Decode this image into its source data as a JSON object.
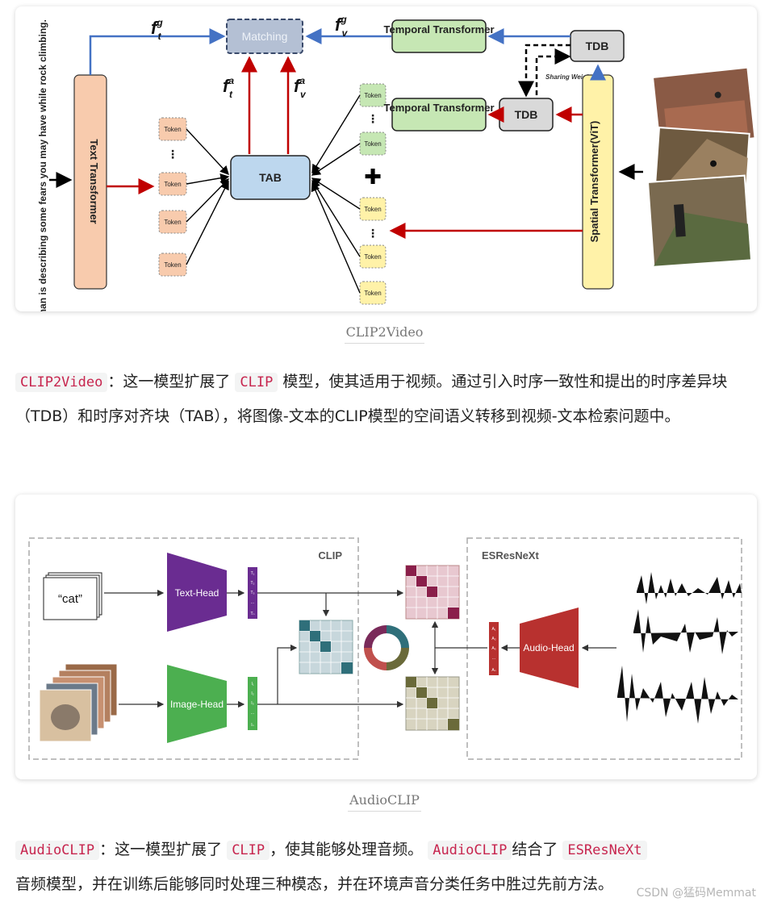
{
  "figure1": {
    "caption": "CLIP2Video",
    "sentence": "A woman is describing some fears you may have while rock climbing.",
    "text_transformer": "Text Transformer",
    "spatial_transformer": "Spatial Transformer(ViT)",
    "matching": "Matching",
    "tab": "TAB",
    "tdb": "TDB",
    "temporal_transformer": "Temporal Transformer",
    "token": "Token",
    "sharing_weight": "Sharing Weight",
    "ft_g": "f",
    "fv_g": "f",
    "ft_a": "f",
    "fv_a": "f",
    "sup_g": "g",
    "sup_a": "a",
    "sub_t": "t",
    "sub_v": "v"
  },
  "para1": {
    "code1": "CLIP2Video",
    "t1": "：这一模型扩展了",
    "code2": "CLIP",
    "t2": "模型，使其适用于视频。通过引入时序一致性和提出的时序差异块（TDB）和时序对齐块（TAB），将图像-文本的CLIP模型的空间语义转移到视频-文本检索问题中。"
  },
  "figure2": {
    "caption": "AudioCLIP",
    "clip_label": "CLIP",
    "esresnext_label": "ESResNeXt",
    "cat_text": "“cat”",
    "text_head": "Text-Head",
    "image_head": "Image-Head",
    "audio_head": "Audio-Head",
    "text_tokens": [
      "T₁",
      "T₂",
      "T₃",
      "...",
      "Tₙ"
    ],
    "image_tokens": [
      "I₁",
      "I₂",
      "I₃",
      "...",
      "Iₙ"
    ],
    "audio_tokens": [
      "A₁",
      "A₂",
      "A₃",
      "...",
      "Aₙ"
    ]
  },
  "para2": {
    "code1": "AudioCLIP",
    "t1": "：这一模型扩展了",
    "code2": "CLIP",
    "t2": "，使其能够处理音频。",
    "code3": "AudioCLIP",
    "t3": "结合了",
    "code4": "ESResNeXt",
    "t4": "音频模型，并在训练后能够同时处理三种模态，并在环境声音分类任务中胜过先前方法。"
  },
  "watermark": "CSDN @猛码Memmat",
  "colors": {
    "link_code": "#c7254e",
    "text_transformer_fill": "#f8cbad",
    "spatial_fill": "#fff2a8",
    "temporal_fill": "#c6e7b4",
    "tab_fill": "#bdd7ee",
    "text_head": "#6a2c91",
    "image_head": "#4caf50",
    "audio_head": "#b8312f"
  }
}
